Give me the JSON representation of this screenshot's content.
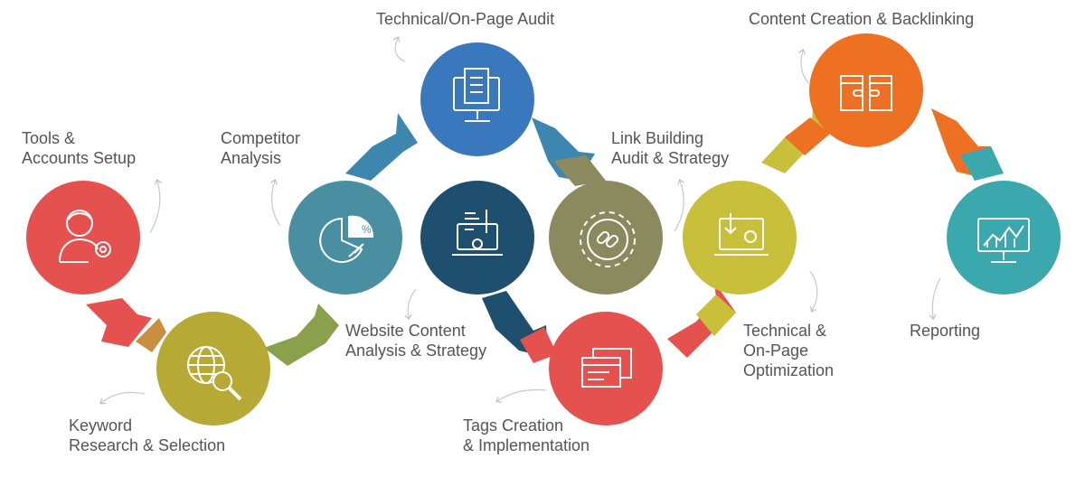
{
  "steps": [
    {
      "label": "Tools &\nAccounts Setup",
      "color": "#e5514f",
      "icon": "user-gear-icon"
    },
    {
      "label": "Keyword\nResearch & Selection",
      "color": "#b7a936",
      "icon": "globe-magnifier-icon"
    },
    {
      "label": "Competitor\nAnalysis",
      "color": "#4a8fa1",
      "icon": "pie-chart-percent-icon"
    },
    {
      "label": "Technical/On-Page Audit",
      "color": "#3a78bd",
      "icon": "monitor-checklist-icon"
    },
    {
      "label": "Website Content\nAnalysis & Strategy",
      "color": "#1f4f6e",
      "icon": "laptop-code-gear-icon"
    },
    {
      "label": "Link Building\nAudit & Strategy",
      "color": "#8b8a5e",
      "icon": "gear-link-icon"
    },
    {
      "label": "Tags Creation\n& Implementation",
      "color": "#e5514f",
      "icon": "browser-windows-icon"
    },
    {
      "label": "Technical &\nOn-Page\nOptimization",
      "color": "#c8c03a",
      "icon": "laptop-download-gear-icon"
    },
    {
      "label": "Content Creation & Backlinking",
      "color": "#ee7023",
      "icon": "linked-pages-icon"
    },
    {
      "label": "Reporting",
      "color": "#3ba8ae",
      "icon": "monitor-line-chart-icon"
    }
  ]
}
